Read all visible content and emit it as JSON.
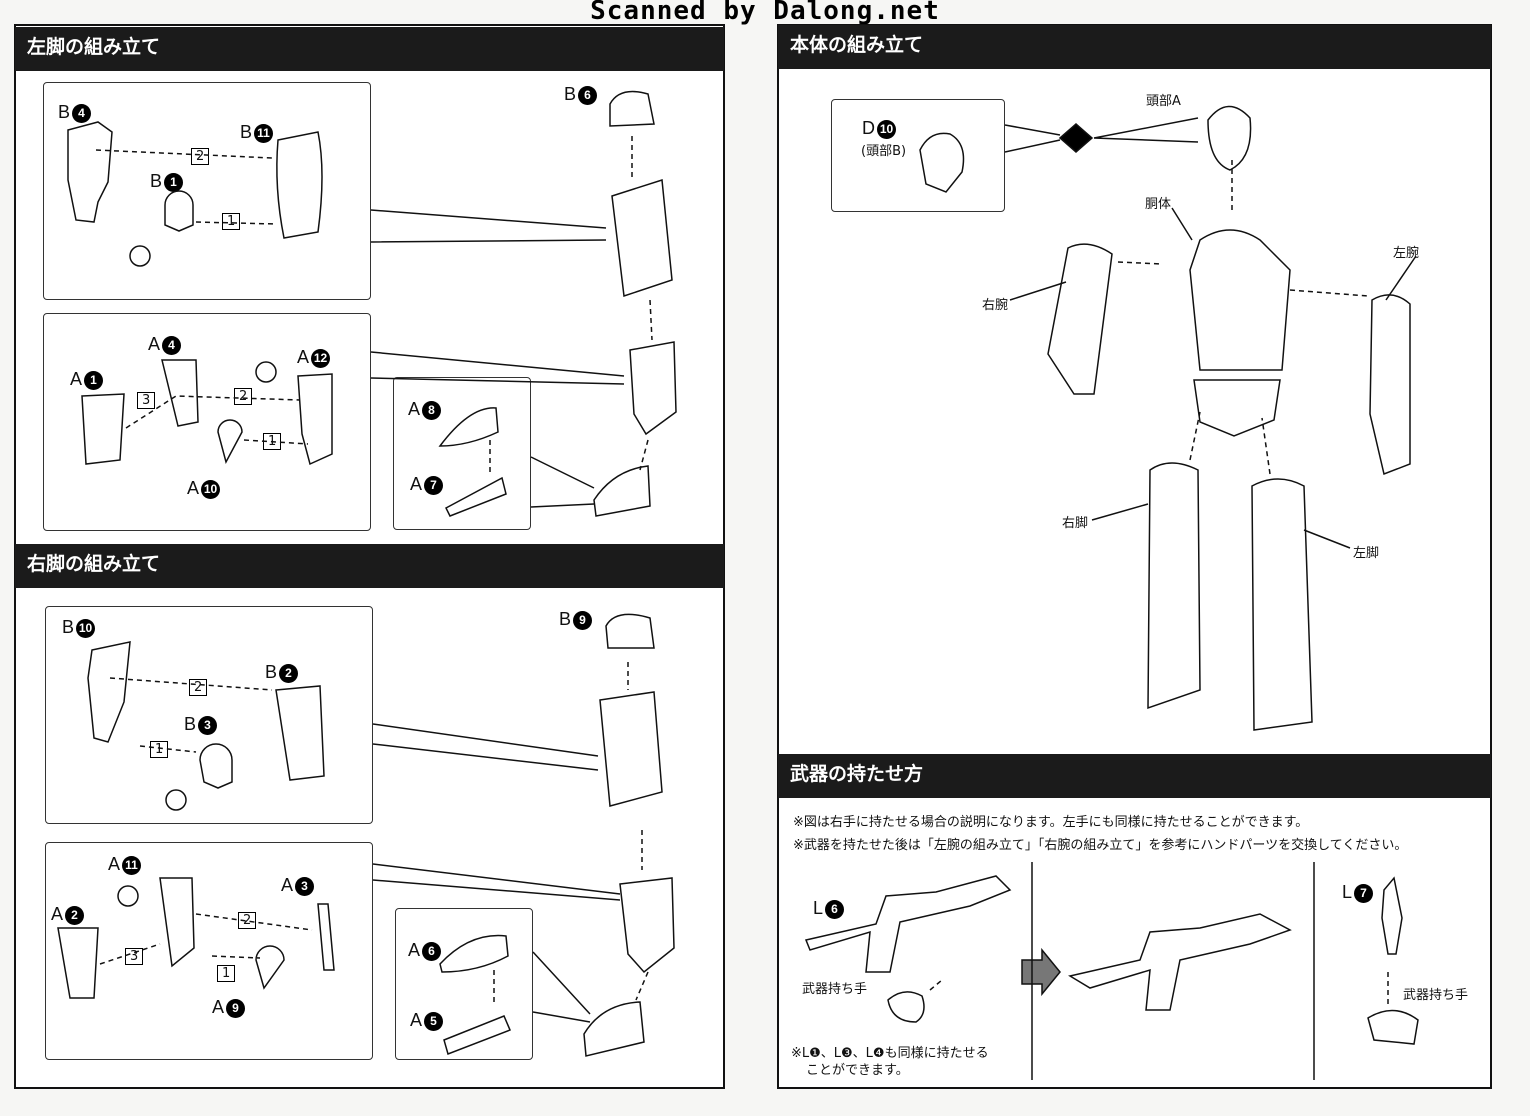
{
  "watermark": "Scanned by Dalong.net",
  "left_page": {
    "section1": {
      "title": "左脚の組み立て",
      "labels": [
        {
          "letter": "B",
          "num": "4"
        },
        {
          "letter": "B",
          "num": "11"
        },
        {
          "letter": "B",
          "num": "1"
        },
        {
          "letter": "B",
          "num": "6"
        },
        {
          "letter": "A",
          "num": "4"
        },
        {
          "letter": "A",
          "num": "12"
        },
        {
          "letter": "A",
          "num": "1"
        },
        {
          "letter": "A",
          "num": "10"
        },
        {
          "letter": "A",
          "num": "8"
        },
        {
          "letter": "A",
          "num": "7"
        }
      ],
      "steps": [
        "1",
        "2",
        "1",
        "2",
        "3"
      ]
    },
    "section2": {
      "title": "右脚の組み立て",
      "labels": [
        {
          "letter": "B",
          "num": "10"
        },
        {
          "letter": "B",
          "num": "2"
        },
        {
          "letter": "B",
          "num": "3"
        },
        {
          "letter": "B",
          "num": "9"
        },
        {
          "letter": "A",
          "num": "11"
        },
        {
          "letter": "A",
          "num": "3"
        },
        {
          "letter": "A",
          "num": "2"
        },
        {
          "letter": "A",
          "num": "9"
        },
        {
          "letter": "A",
          "num": "6"
        },
        {
          "letter": "A",
          "num": "5"
        }
      ],
      "steps": [
        "2",
        "1",
        "2",
        "3",
        "1"
      ]
    }
  },
  "right_page": {
    "section1": {
      "title": "本体の組み立て",
      "inset": {
        "letter": "D",
        "num": "10",
        "caption": "(頭部B)"
      },
      "parts": {
        "head": "頭部A",
        "torso": "胴体",
        "right_arm": "右腕",
        "left_arm": "左腕",
        "right_leg": "右脚",
        "left_leg": "左脚"
      }
    },
    "section2": {
      "title": "武器の持たせ方",
      "note1": "※図は右手に持たせる場合の説明になります。左手にも同様に持たせることができます。",
      "note2": "※武器を持たせた後は「左腕の組み立て」「右腕の組み立て」を参考にハンドパーツを交換してください。",
      "rifle": {
        "letter": "L",
        "num": "6"
      },
      "knife": {
        "letter": "L",
        "num": "7"
      },
      "hand_label": "武器持ち手",
      "hand_label2": "武器持ち手",
      "footnote_line1": "※L❶、L❸、L❹も同様に持たせる",
      "footnote_line2": "ことができます。"
    }
  }
}
